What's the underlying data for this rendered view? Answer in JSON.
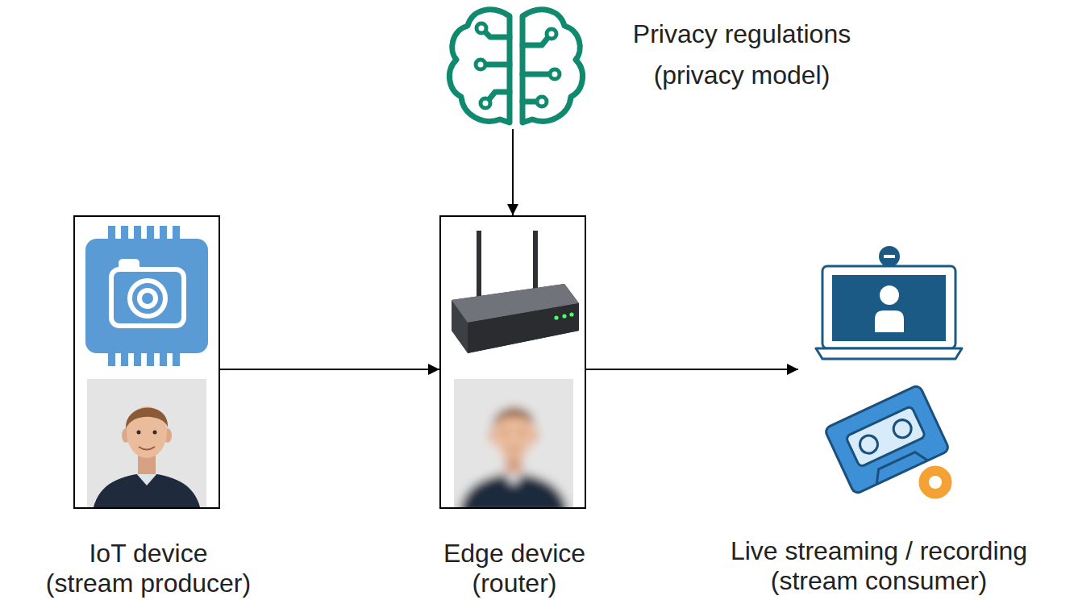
{
  "diagram": {
    "nodes": [
      {
        "text": [
          "Privacy regulations (privacy model)"
        ]
      },
      {
        "text": [
          "IoT device (stream producer)"
        ]
      },
      {
        "text": [
          "Edge device (router)"
        ]
      },
      {
        "text": [
          "Live streaming / recording (stream consumer)"
        ]
      }
    ],
    "edges": [
      {
        "from": 0,
        "to": 2,
        "arrow": "to"
      },
      {
        "from": 1,
        "to": 2,
        "arrow": "to"
      },
      {
        "from": 2,
        "to": 3,
        "arrow": "to"
      }
    ]
  }
}
